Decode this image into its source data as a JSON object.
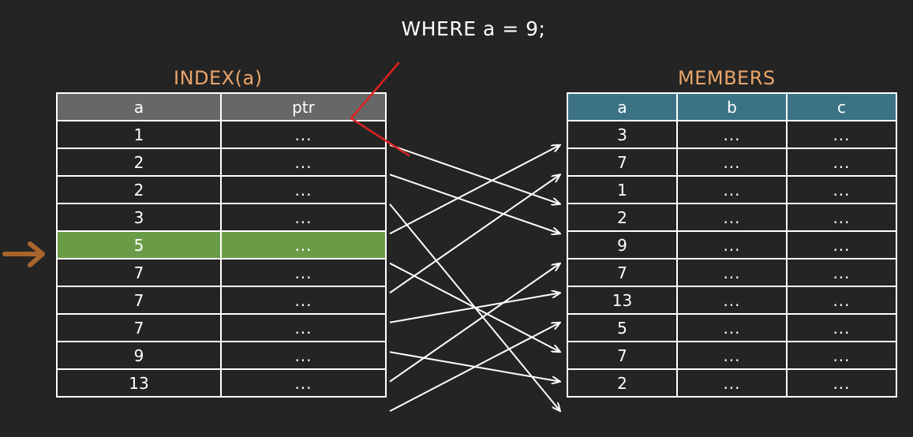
{
  "query": "WHERE a = 9;",
  "index": {
    "title": "INDEX(a)",
    "headers": [
      "a",
      "ptr"
    ],
    "rows": [
      {
        "a": "1",
        "ptr": "..."
      },
      {
        "a": "2",
        "ptr": "..."
      },
      {
        "a": "2",
        "ptr": "..."
      },
      {
        "a": "3",
        "ptr": "..."
      },
      {
        "a": "5",
        "ptr": "..."
      },
      {
        "a": "7",
        "ptr": "..."
      },
      {
        "a": "7",
        "ptr": "..."
      },
      {
        "a": "7",
        "ptr": "..."
      },
      {
        "a": "9",
        "ptr": "..."
      },
      {
        "a": "13",
        "ptr": "..."
      }
    ],
    "highlight_row": 4
  },
  "members": {
    "title": "MEMBERS",
    "headers": [
      "a",
      "b",
      "c"
    ],
    "rows": [
      {
        "a": "3",
        "b": "...",
        "c": "..."
      },
      {
        "a": "7",
        "b": "...",
        "c": "..."
      },
      {
        "a": "1",
        "b": "...",
        "c": "..."
      },
      {
        "a": "2",
        "b": "...",
        "c": "..."
      },
      {
        "a": "9",
        "b": "...",
        "c": "..."
      },
      {
        "a": "7",
        "b": "...",
        "c": "..."
      },
      {
        "a": "13",
        "b": "...",
        "c": "..."
      },
      {
        "a": "5",
        "b": "...",
        "c": "..."
      },
      {
        "a": "7",
        "b": "...",
        "c": "..."
      },
      {
        "a": "2",
        "b": "...",
        "c": "..."
      }
    ]
  },
  "pointers": [
    {
      "from": 0,
      "to": 2
    },
    {
      "from": 1,
      "to": 3
    },
    {
      "from": 2,
      "to": 9
    },
    {
      "from": 3,
      "to": 0
    },
    {
      "from": 4,
      "to": 7
    },
    {
      "from": 5,
      "to": 1
    },
    {
      "from": 6,
      "to": 5
    },
    {
      "from": 7,
      "to": 8
    },
    {
      "from": 8,
      "to": 4
    },
    {
      "from": 9,
      "to": 6
    }
  ],
  "colors": {
    "background": "#242424",
    "heading": "#e9a56a",
    "index_header": "#676767",
    "members_header": "#3b7385",
    "highlight": "#6a9c48",
    "annotation": "#e02020",
    "marker_arrow": "#a8642d"
  },
  "icons": {
    "row_marker": "right-arrow-icon",
    "annotation": "check-mark-icon"
  }
}
